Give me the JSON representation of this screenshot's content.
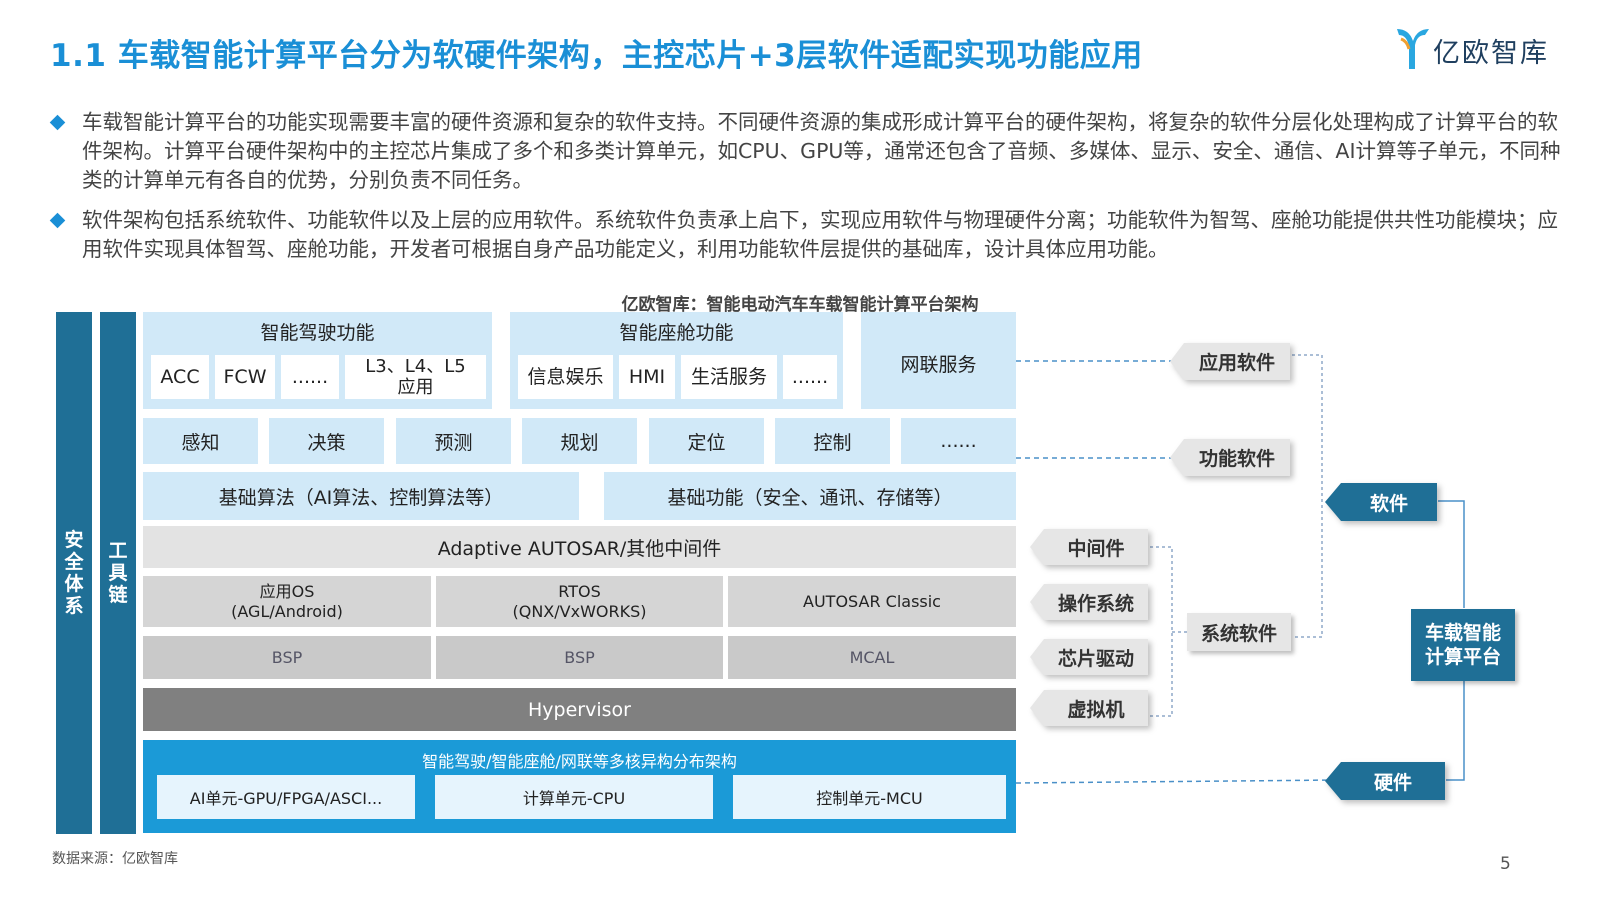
{
  "title": "1.1 车载智能计算平台分为软硬件架构，主控芯片+3层软件适配实现功能应用",
  "logo": {
    "text": "亿欧智库"
  },
  "bullets": [
    "车载智能计算平台的功能实现需要丰富的硬件资源和复杂的软件支持。不同硬件资源的集成形成计算平台的硬件架构，将复杂的软件分层化处理构成了计算平台的软件架构。计算平台硬件架构中的主控芯片集成了多个和多类计算单元，如CPU、GPU等，通常还包含了音频、多媒体、显示、安全、通信、AI计算等子单元，不同种类的计算单元有各自的优势，分别负责不同任务。",
    "软件架构包括系统软件、功能软件以及上层的应用软件。系统软件负责承上启下，实现应用软件与物理硬件分离；功能软件为智驾、座舱功能提供共性功能模块；应用软件实现具体智驾、座舱功能，开发者可根据自身产品功能定义，利用功能软件层提供的基础库，设计具体应用功能。"
  ],
  "diagram": {
    "subtitle": "亿欧智库：智能电动汽车车载智能计算平台架构",
    "left_bars": {
      "safety": "安全体系",
      "toolchain": "工具链"
    },
    "driving": {
      "title": "智能驾驶功能",
      "items": [
        "ACC",
        "FCW",
        "......",
        "L3、L4、L5\n应用"
      ]
    },
    "cockpit": {
      "title": "智能座舱功能",
      "items": [
        "信息娱乐",
        "HMI",
        "生活服务",
        "......"
      ]
    },
    "network": "网联服务",
    "modules": [
      "感知",
      "决策",
      "预测",
      "规划",
      "定位",
      "控制",
      "......"
    ],
    "algo": "基础算法（AI算法、控制算法等）",
    "basic_func": "基础功能（安全、通讯、存储等）",
    "middleware": "Adaptive AUTOSAR/其他中间件",
    "os": [
      "应用OS\n(AGL/Android)",
      "RTOS\n(QNX/VxWORKS)",
      "AUTOSAR Classic"
    ],
    "drivers": [
      "BSP",
      "BSP",
      "MCAL"
    ],
    "hypervisor": "Hypervisor",
    "hardware": {
      "title": "智能驾驶/智能座舱/网联等多核异构分布架构",
      "units": [
        "AI单元-GPU/FPGA/ASCI...",
        "计算单元-CPU",
        "控制单元-MCU"
      ]
    },
    "right_labels": {
      "app_software": "应用软件",
      "func_software": "功能软件",
      "software": "软件",
      "middleware": "中间件",
      "os": "操作系统",
      "chip_driver": "芯片驱动",
      "vm": "虚拟机",
      "system_software": "系统软件",
      "platform": "车载智能\n计算平台",
      "hardware": "硬件"
    },
    "colors": {
      "title_blue": "#1a8fd6",
      "dark_blue": "#1f6f96",
      "light_blue": "#d1e9f8",
      "hw_blue": "#1b9ad7"
    }
  },
  "footer": {
    "source": "数据来源：亿欧智库",
    "page": "5"
  }
}
